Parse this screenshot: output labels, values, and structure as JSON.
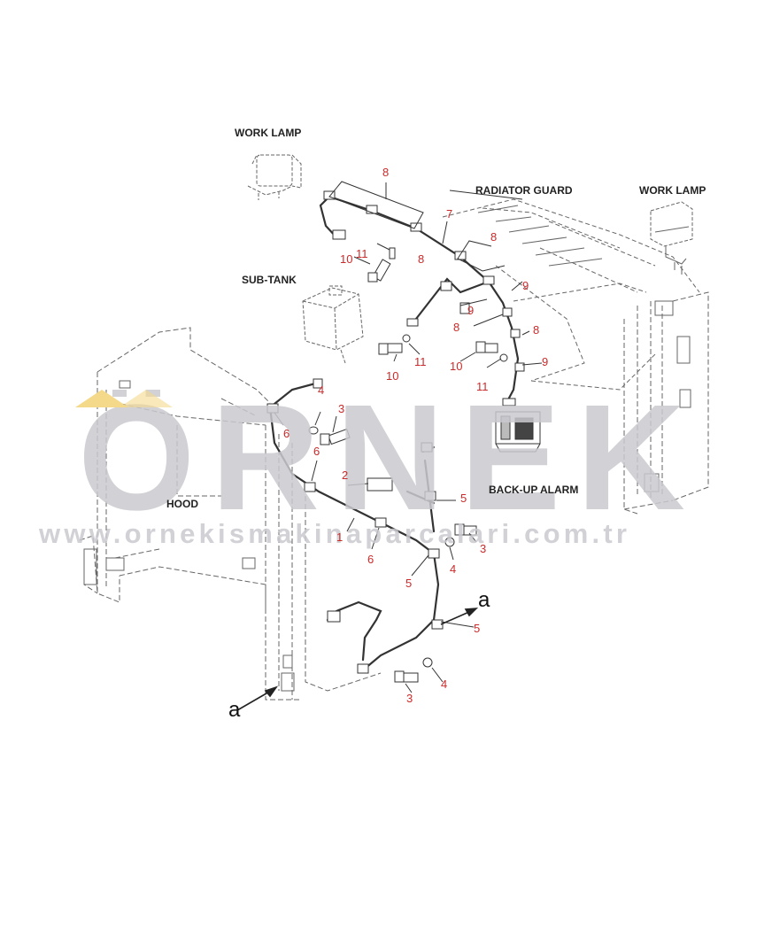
{
  "labels": {
    "work_lamp_left": "WORK LAMP",
    "work_lamp_right": "WORK LAMP",
    "radiator_guard": "RADIATOR GUARD",
    "sub_tank": "SUB-TANK",
    "hood": "HOOD",
    "back_up_alarm": "BACK-UP ALARM"
  },
  "callouts": [
    "8",
    "7",
    "8",
    "11",
    "10",
    "8",
    "9",
    "9",
    "8",
    "8",
    "10",
    "11",
    "10",
    "11",
    "9",
    "4",
    "3",
    "6",
    "6",
    "2",
    "5",
    "1",
    "3",
    "4",
    "6",
    "5",
    "5",
    "3",
    "4"
  ],
  "view_arrows": [
    "a",
    "a"
  ],
  "watermark": {
    "word": "ÖRNEK",
    "url": "www.ornekismakinaparcalari.com.tr"
  },
  "colors": {
    "line_art": "#333333",
    "callout_text": "#cc2a2a",
    "watermark": "#c9c9cf",
    "watermark_accent": "#f5d98a"
  }
}
